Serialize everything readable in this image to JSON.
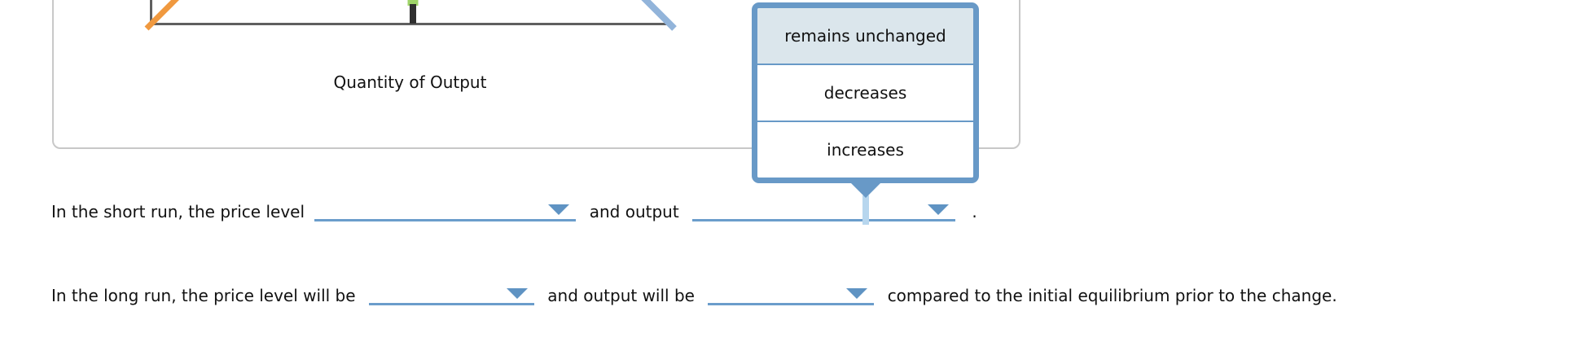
{
  "chart_card": {
    "x_axis_label": "Quantity of Output",
    "curves": {
      "orange_upward_segment": "supply-curve-lower-end",
      "blue_downward_segment": "demand-curve-lower-end",
      "green_vertical_segment": "lras-line-lower-end",
      "black_tick": "quantity-tick-mark"
    }
  },
  "dropdown_popup": {
    "options": [
      "remains unchanged",
      "decreases",
      "increases"
    ],
    "highlighted_index": 0
  },
  "sentences": {
    "short_run": {
      "part1": "In the short run, the price level",
      "part2": "and output",
      "period": "."
    },
    "long_run": {
      "part1": "In the long run, the price level will be",
      "part2": "and output will be",
      "part3": "compared to the initial equilibrium prior to the change."
    }
  },
  "colors": {
    "dropdown_border": "#6899c7",
    "dropdown_highlight_bg": "#dbe6ec",
    "blank_underline": "#6b9dcb",
    "dropdown_arrow": "#5f93c3",
    "connector": "#b7d6ee",
    "supply_orange": "#f0993f",
    "demand_blue": "#92b4da",
    "lras_green": "#9fd469",
    "tick_black": "#303030",
    "axis_gray": "#5f5f5f",
    "card_border": "#c8c8c8"
  }
}
